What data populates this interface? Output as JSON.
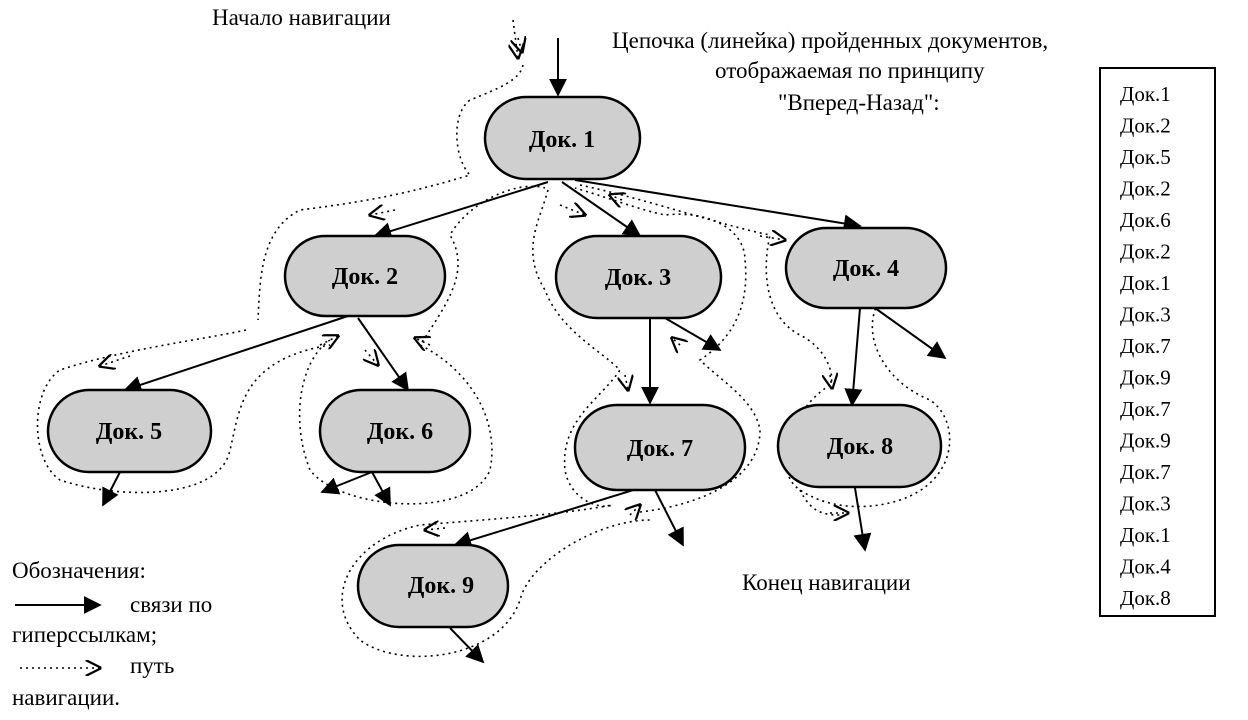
{
  "labels": {
    "start": "Начало навигации",
    "end": "Конец навигации",
    "chain_caption": [
      "Цепочка (линейка) пройденных документов,",
      "отображаемая по принципу",
      "\"Вперед-Назад\":"
    ]
  },
  "nodes": [
    {
      "id": "doc1",
      "label": "Док. 1"
    },
    {
      "id": "doc2",
      "label": "Док. 2"
    },
    {
      "id": "doc3",
      "label": "Док. 3"
    },
    {
      "id": "doc4",
      "label": "Док. 4"
    },
    {
      "id": "doc5",
      "label": "Док. 5"
    },
    {
      "id": "doc6",
      "label": "Док. 6"
    },
    {
      "id": "doc7",
      "label": "Док. 7"
    },
    {
      "id": "doc8",
      "label": "Док. 8"
    },
    {
      "id": "doc9",
      "label": "Док. 9"
    }
  ],
  "chain": [
    "Док.1",
    "Док.2",
    "Док.5",
    "Док.2",
    "Док.6",
    "Док.2",
    "Док.1",
    "Док.3",
    "Док.7",
    "Док.9",
    "Док.7",
    "Док.9",
    "Док.7",
    "Док.3",
    "Док.1",
    "Док.4",
    "Док.8"
  ],
  "legend": {
    "title": "Обозначения:",
    "link_text": "связи по",
    "link_text2": "гиперссылкам;",
    "path_text": "путь",
    "path_text2": "навигации."
  }
}
